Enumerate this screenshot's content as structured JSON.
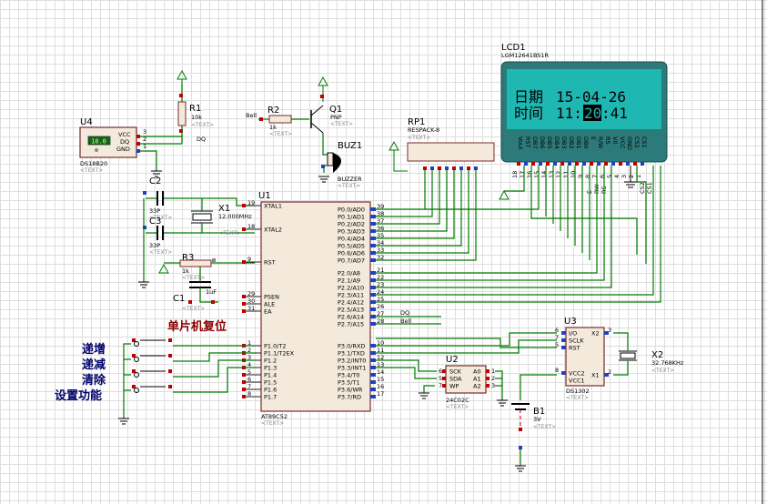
{
  "u4": {
    "ref": "U4",
    "part": "DS18B20",
    "display": "18.0",
    "pins": [
      "VCC",
      "DQ",
      "GND"
    ],
    "pin_nums": [
      "3",
      "2",
      "1"
    ],
    "text": "<TEXT>"
  },
  "r1": {
    "ref": "R1",
    "value": "10k",
    "text": "<TEXT>",
    "net": "DQ"
  },
  "r2": {
    "ref": "R2",
    "value": "1k",
    "text": "<TEXT>",
    "net": "Bell"
  },
  "q1": {
    "ref": "Q1",
    "part": "PNP",
    "text": "<TEXT>"
  },
  "buz": {
    "ref": "BUZ1",
    "part": "BUZZER",
    "text": "<TEXT>"
  },
  "rp1": {
    "ref": "RP1",
    "part": "RESPACK-8",
    "text": "<TEXT>"
  },
  "lcd": {
    "ref": "LCD1",
    "part": "LGM12641BS1R",
    "line1_label": "日期",
    "line1_value": "15-04-26",
    "line2_label": "时间",
    "line2_hh": "11:",
    "line2_mm": "20",
    "line2_ss": ":41",
    "pins": [
      "Vout",
      "RST",
      "DB7",
      "DB6",
      "DB5",
      "DB4",
      "DB3",
      "DB2",
      "DB1",
      "DB0",
      "E",
      "R/W",
      "RS",
      "V0",
      "VCC",
      "GND",
      "CS2",
      "CS1"
    ],
    "pin_nums": [
      "18",
      "17",
      "16",
      "15",
      "14",
      "13",
      "12",
      "11",
      "10",
      "9",
      "8",
      "7",
      "6",
      "5",
      "4",
      "3",
      "2",
      "1"
    ],
    "bottom_labels": [
      "E",
      "RW",
      "RS",
      "CS2",
      "CS1"
    ]
  },
  "c2": {
    "ref": "C2",
    "value": "33P",
    "text": "<TEXT>"
  },
  "c3": {
    "ref": "C3",
    "value": "33P",
    "text": "<TEXT>"
  },
  "x1": {
    "ref": "X1",
    "value": "12.000MHz",
    "text": "<TEXT>"
  },
  "r3": {
    "ref": "R3",
    "value": "1k",
    "text": "<TEXT>"
  },
  "c1": {
    "ref": "C1",
    "value": "1uF",
    "text": "<TEXT>"
  },
  "reset_label": "单片机复位",
  "u1": {
    "ref": "U1",
    "part": "AT89C52",
    "text": "<TEXT>",
    "left_pins": [
      {
        "num": "19",
        "name": "XTAL1"
      },
      {
        "num": "18",
        "name": "XTAL2"
      },
      {
        "num": "9",
        "name": "RST"
      },
      {
        "num": "29",
        "name": "PSEN"
      },
      {
        "num": "30",
        "name": "ALE"
      },
      {
        "num": "31",
        "name": "EA"
      },
      {
        "num": "1",
        "name": "P1.0/T2"
      },
      {
        "num": "2",
        "name": "P1.1/T2EX"
      },
      {
        "num": "3",
        "name": "P1.2"
      },
      {
        "num": "4",
        "name": "P1.3"
      },
      {
        "num": "5",
        "name": "P1.4"
      },
      {
        "num": "6",
        "name": "P1.5"
      },
      {
        "num": "7",
        "name": "P1.6"
      },
      {
        "num": "8",
        "name": "P1.7"
      }
    ],
    "right_pins": [
      {
        "num": "39",
        "name": "P0.0/AD0"
      },
      {
        "num": "38",
        "name": "P0.1/AD1"
      },
      {
        "num": "37",
        "name": "P0.2/AD2"
      },
      {
        "num": "36",
        "name": "P0.3/AD3"
      },
      {
        "num": "35",
        "name": "P0.4/AD4"
      },
      {
        "num": "34",
        "name": "P0.5/AD5"
      },
      {
        "num": "33",
        "name": "P0.6/AD6"
      },
      {
        "num": "32",
        "name": "P0.7/AD7"
      },
      {
        "num": "21",
        "name": "P2.0/A8"
      },
      {
        "num": "22",
        "name": "P2.1/A9"
      },
      {
        "num": "23",
        "name": "P2.2/A10"
      },
      {
        "num": "24",
        "name": "P2.3/A11"
      },
      {
        "num": "25",
        "name": "P2.4/A12"
      },
      {
        "num": "26",
        "name": "P2.5/A13"
      },
      {
        "num": "27",
        "name": "P2.6/A14"
      },
      {
        "num": "28",
        "name": "P2.7/A15"
      },
      {
        "num": "10",
        "name": "P3.0/RXD"
      },
      {
        "num": "11",
        "name": "P3.1/TXD"
      },
      {
        "num": "12",
        "name": "P3.2/INT0"
      },
      {
        "num": "13",
        "name": "P3.3/INT1"
      },
      {
        "num": "14",
        "name": "P3.4/T0"
      },
      {
        "num": "15",
        "name": "P3.5/T1"
      },
      {
        "num": "16",
        "name": "P3.6/WR"
      },
      {
        "num": "17",
        "name": "P3.7/RD"
      }
    ],
    "net_dq": "DQ",
    "net_bell": "Bell"
  },
  "buttons": [
    "递增",
    "递减",
    "清除",
    "设置功能"
  ],
  "u2": {
    "ref": "U2",
    "part": "24C02C",
    "text": "<TEXT>",
    "left_pins": [
      {
        "num": "6",
        "name": "SCK"
      },
      {
        "num": "5",
        "name": "SDA"
      },
      {
        "num": "7",
        "name": "WP"
      }
    ],
    "right_pins": [
      {
        "num": "1",
        "name": "A0"
      },
      {
        "num": "2",
        "name": "A1"
      },
      {
        "num": "3",
        "name": "A2"
      }
    ]
  },
  "u3": {
    "ref": "U3",
    "part": "DS1302",
    "text": "<TEXT>",
    "left_pins": [
      {
        "num": "6",
        "name": "I/O"
      },
      {
        "num": "7",
        "name": "SCLK"
      },
      {
        "num": "5",
        "name": "RST"
      },
      {
        "num": "8",
        "name": "VCC2"
      }
    ],
    "right_pins": [
      {
        "num": "3",
        "name": "X2"
      },
      {
        "num": "2",
        "name": "X1"
      },
      {
        "num": "1",
        "name": "VCC1"
      }
    ]
  },
  "x2": {
    "ref": "X2",
    "value": "32.768KHz",
    "text": "<TEXT>"
  },
  "b1": {
    "ref": "B1",
    "value": "3V",
    "text": "<TEXT>"
  },
  "colors": {
    "wire": "#007a00",
    "ic_fill": "#f4eadc",
    "lcd_screen": "#1fb7b2",
    "lcd_frame": "#2d7a7a",
    "label_blue": "#00006a",
    "label_red": "#8b0000"
  }
}
